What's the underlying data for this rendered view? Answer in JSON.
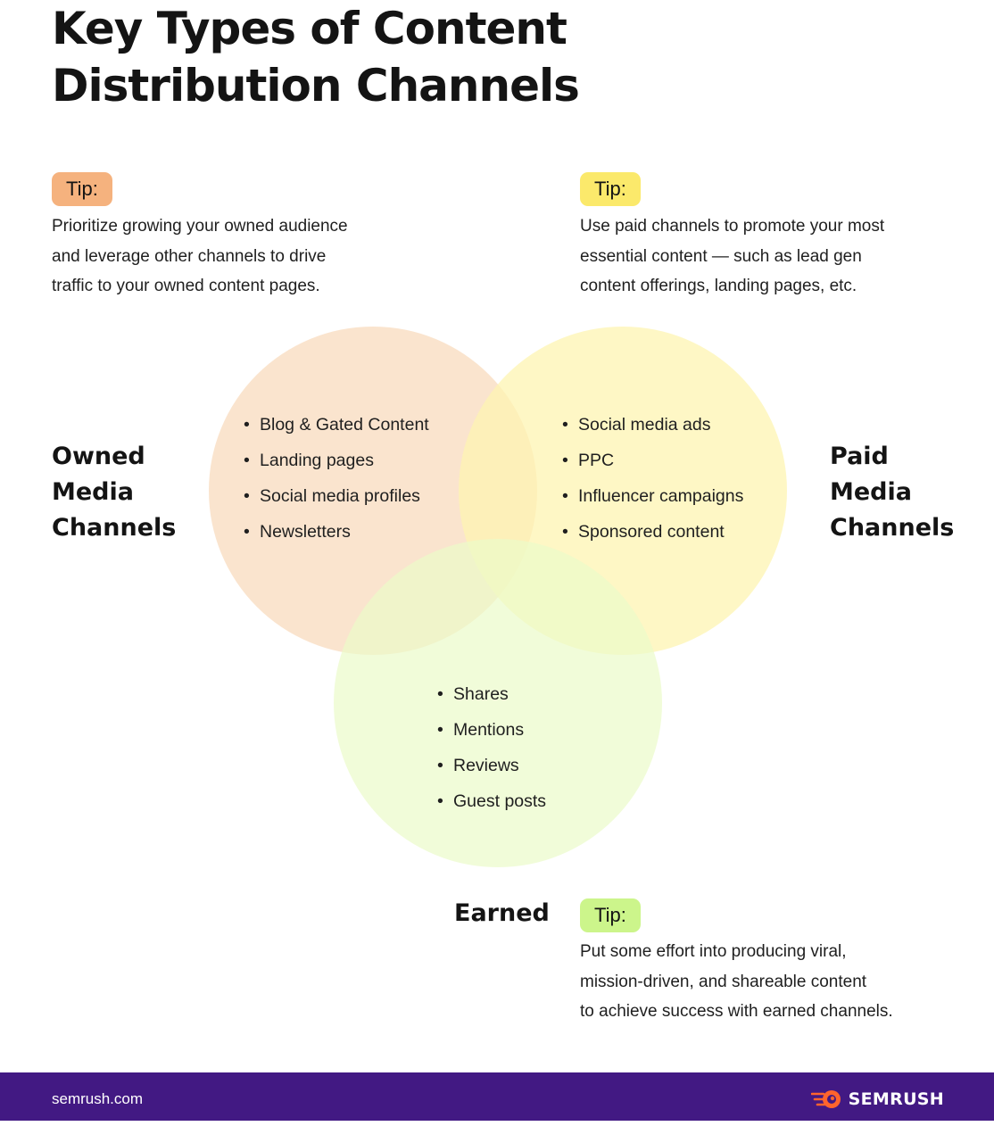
{
  "title": {
    "line1": "Key Types of Content",
    "line2": "Distribution Channels"
  },
  "tips": {
    "owned": {
      "badge": "Tip:",
      "lines": [
        "Prioritize growing your owned audience",
        "and leverage other channels to drive",
        "traffic to your owned content pages."
      ],
      "color": "#F5B27E"
    },
    "paid": {
      "badge": "Tip:",
      "lines": [
        "Use paid channels to promote your most",
        "essential content — such as lead gen",
        "content offerings, landing pages, etc."
      ],
      "color": "#FBE96B"
    },
    "earned": {
      "badge": "Tip:",
      "lines": [
        "Put some effort into producing viral,",
        "mission-driven, and shareable content",
        "to achieve success with earned channels."
      ],
      "color": "#CCF58B"
    }
  },
  "circles": {
    "owned": {
      "label": [
        "Owned",
        "Media",
        "Channels"
      ],
      "items": [
        "Blog & Gated Content",
        "Landing pages",
        "Social media profiles",
        "Newsletters"
      ],
      "color": "#F9DFC6"
    },
    "paid": {
      "label": [
        "Paid",
        "Media",
        "Channels"
      ],
      "items": [
        "Social media ads",
        "PPC",
        "Influencer campaigns",
        "Sponsored content"
      ],
      "color": "#FEF4B2"
    },
    "earned": {
      "label": [
        "Earned"
      ],
      "items": [
        "Shares",
        "Mentions",
        "Reviews",
        "Guest posts"
      ],
      "color": "#EBFBC9"
    }
  },
  "footer": {
    "url": "semrush.com",
    "brand": "SEMRUSH",
    "brand_icon": "semrush-logo-icon",
    "background": "#421983",
    "icon_color": "#FF642D"
  }
}
